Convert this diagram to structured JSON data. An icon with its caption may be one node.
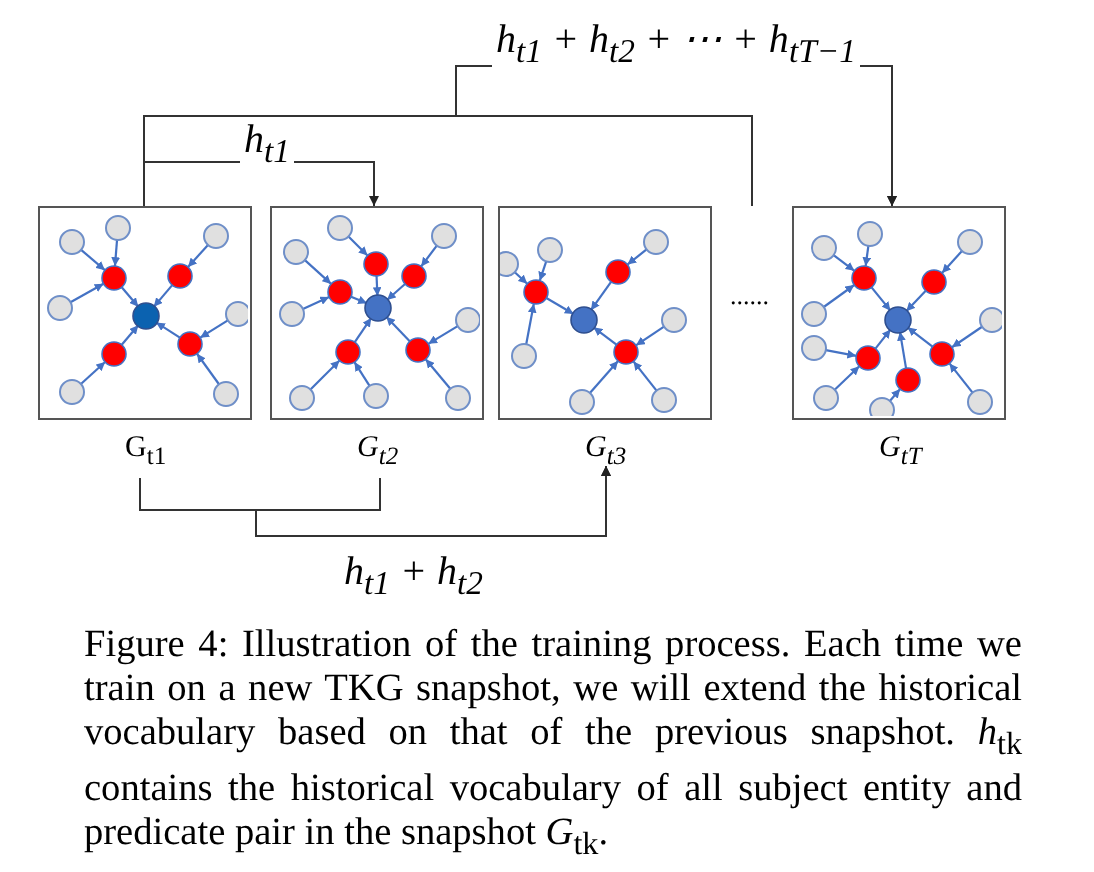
{
  "diagram": {
    "caption": "Figure 4: Illustration of the training process. Each time we train on a new TKG snapshot, we will extend the historical vocabulary based on that of the previous snapshot. *h*$_{tk}$ contains the historical vocabulary of all subject entity and predicate pair in the snapshot *G*$_{tk}$.",
    "nodes": [
      {
        "text": [],
        "shape": "box",
        "beside": [
          "G$_{t1}$"
        ]
      },
      {
        "text": [],
        "shape": "box",
        "beside": [
          "G$_{t2}$"
        ]
      },
      {
        "text": [],
        "shape": "box",
        "beside": [
          "G$_{t3}$"
        ]
      },
      {
        "text": [],
        "shape": "box",
        "beside": [
          "G$_{tT}$"
        ]
      }
    ],
    "edges": [
      {
        "from": 0,
        "to": 1,
        "arrow": "to",
        "label": "h$_{t1}$"
      },
      {
        "from": 0,
        "to": 3,
        "arrow": "to",
        "label": "h$_{t1}$ + h$_{t2}$ + ⋯ + h$_{tT−1}$"
      },
      {
        "from": null,
        "to": 3,
        "arrow": "to"
      },
      {
        "from": 0,
        "to": 2,
        "arrow": "to",
        "label": "h$_{t1}$ + h$_{t2}$"
      },
      {
        "from": 1,
        "to": 2,
        "arrow": "to"
      }
    ],
    "labels": [
      "......"
    ]
  }
}
